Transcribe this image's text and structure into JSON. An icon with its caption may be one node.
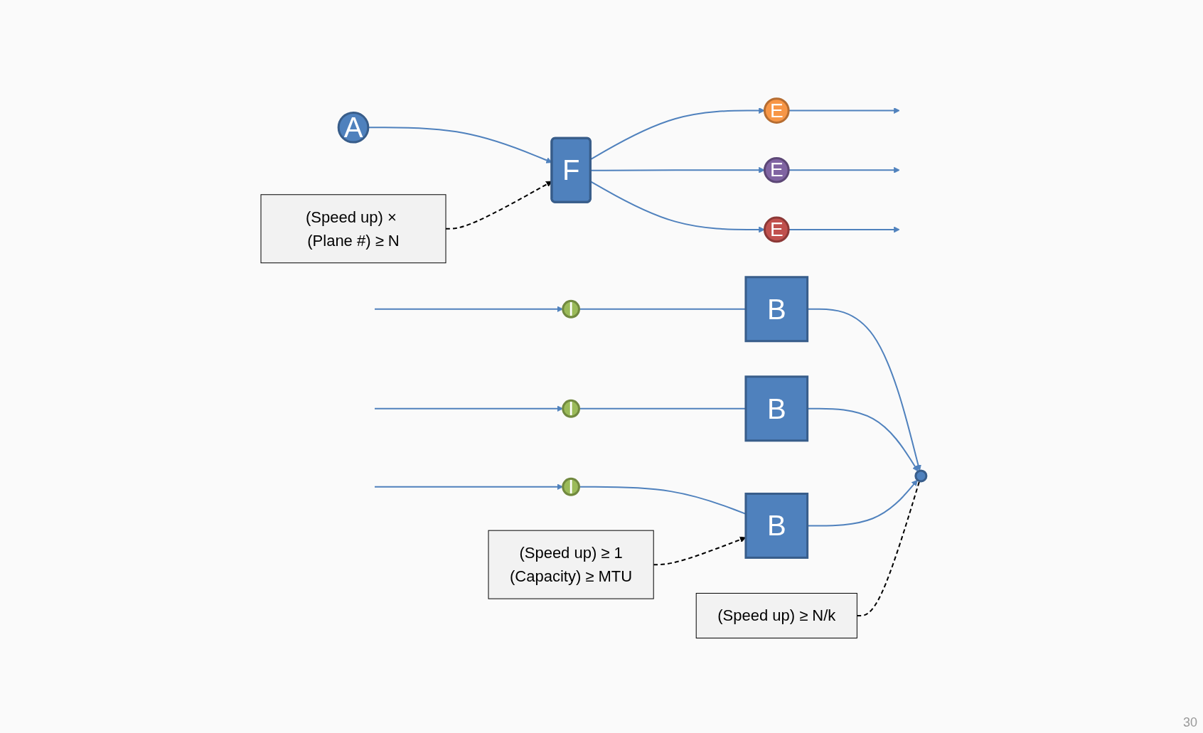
{
  "diagram": {
    "nodes": [
      {
        "text": [
          "(Speed up) ≥ N/k"
        ]
      },
      {
        "text": [
          "I"
        ]
      },
      {
        "text": [
          "B"
        ]
      },
      {
        "text": [],
        "shape": "circle"
      },
      {
        "text": [
          "A"
        ]
      },
      {
        "text": [
          "F"
        ]
      },
      {
        "text": [
          "E"
        ]
      },
      {
        "text": [
          "I"
        ]
      },
      {
        "text": [
          "B"
        ]
      },
      {
        "text": [
          "E"
        ]
      },
      {
        "text": [
          "I"
        ]
      },
      {
        "text": [
          "B"
        ]
      },
      {
        "text": [
          "E"
        ]
      },
      {
        "text": [
          "(Speed up) ≥ 1",
          "(Capacity) ≥ MTU"
        ]
      },
      {
        "text": [
          "(Speed up) × (Plane #) ≥ N"
        ]
      }
    ],
    "edges": [
      {
        "from": null,
        "to": 1,
        "arrow": "to"
      },
      {
        "from": null,
        "to": 7,
        "arrow": "to"
      },
      {
        "from": null,
        "to": 10,
        "arrow": "to"
      },
      {
        "from": 1,
        "to": 2,
        "arrow": "none"
      },
      {
        "from": 7,
        "to": 8,
        "arrow": "none"
      },
      {
        "from": 10,
        "to": 11,
        "arrow": "none"
      },
      {
        "from": 2,
        "to": 3,
        "arrow": "to"
      },
      {
        "from": 8,
        "to": 3,
        "arrow": "to"
      },
      {
        "from": 11,
        "to": 3,
        "arrow": "to"
      },
      {
        "from": 4,
        "to": 5,
        "arrow": "to"
      },
      {
        "from": 5,
        "to": 6,
        "arrow": "to"
      },
      {
        "from": 5,
        "to": 9,
        "arrow": "to"
      },
      {
        "from": 5,
        "to": 12,
        "arrow": "to"
      },
      {
        "from": 6,
        "to": null,
        "arrow": "to"
      },
      {
        "from": 9,
        "to": null,
        "arrow": "to"
      },
      {
        "from": 12,
        "to": null,
        "arrow": "to"
      },
      {
        "from": 0,
        "to": 3,
        "arrow": "none",
        "style": "dashed",
        "color": "#000000"
      },
      {
        "from": 13,
        "to": 11,
        "arrow": "to",
        "style": "dashed",
        "color": "#000000"
      },
      {
        "from": 14,
        "to": 5,
        "arrow": "to",
        "style": "dashed",
        "color": "#000000"
      }
    ],
    "labels": [
      "30"
    ]
  }
}
